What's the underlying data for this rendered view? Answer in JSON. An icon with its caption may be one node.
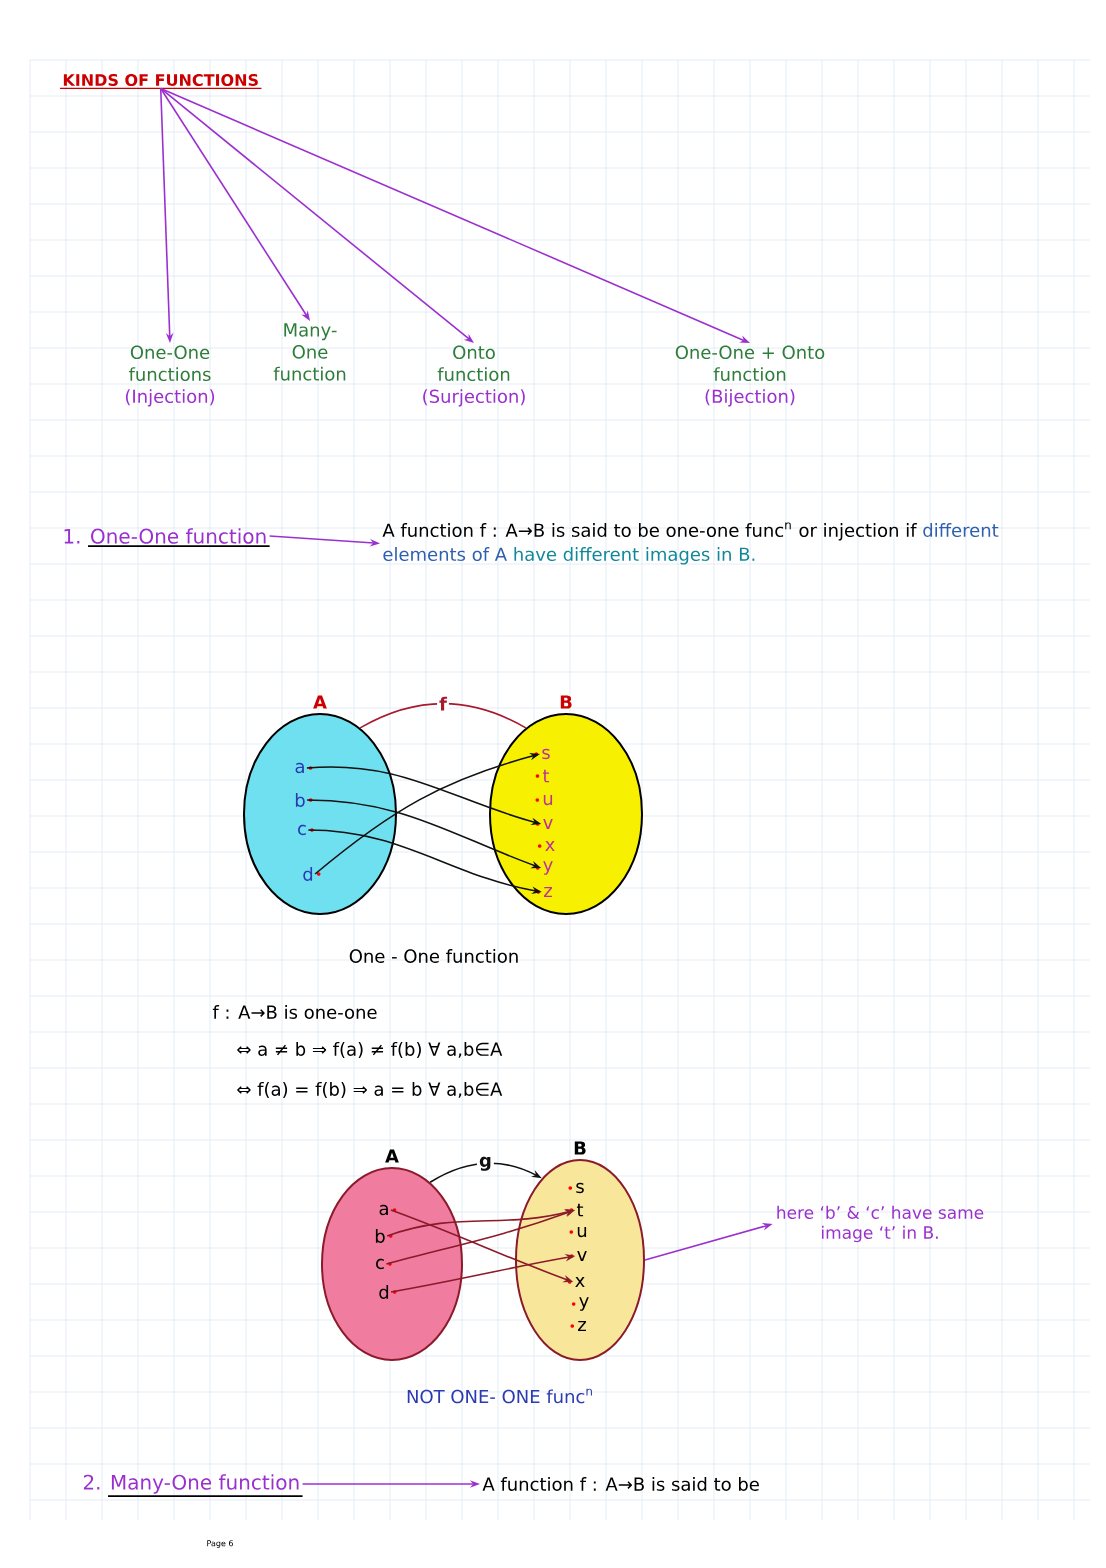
{
  "diagram": {
    "nodes": [
      {
        "text": [
          "KINDS OF FUNCTIONS"
        ]
      },
      {
        "text": [
          "One-One functions",
          "(Injection)"
        ]
      },
      {
        "text": [
          "Many-One function"
        ]
      },
      {
        "text": [
          "Onto function",
          "(Surjection)"
        ]
      },
      {
        "text": [
          "One-One + Onto function",
          "(Bijection)"
        ]
      },
      {
        "text": [
          "1. One-One function"
        ]
      },
      {
        "text": [
          "A function f : A→B is said to be one-one func$^{n}$ or injection if",
          "different elements of A",
          "have different images in B."
        ]
      },
      {
        "text": [
          "A"
        ]
      },
      {
        "text": [
          "a"
        ],
        "in": 7
      },
      {
        "text": [
          "b"
        ],
        "in": 7
      },
      {
        "text": [
          "c"
        ],
        "in": 7
      },
      {
        "text": [
          "d"
        ],
        "in": 7
      },
      {
        "text": [
          "B"
        ]
      },
      {
        "text": [
          "s"
        ],
        "in": 12
      },
      {
        "text": [
          "t"
        ],
        "in": 12
      },
      {
        "text": [
          "u"
        ],
        "in": 12
      },
      {
        "text": [
          "v"
        ],
        "in": 12
      },
      {
        "text": [
          "x"
        ],
        "in": 12
      },
      {
        "text": [
          "y"
        ],
        "in": 12
      },
      {
        "text": [
          "z"
        ],
        "in": 12
      },
      {
        "text": [
          "A"
        ]
      },
      {
        "text": [
          "a"
        ],
        "in": 20
      },
      {
        "text": [
          "b"
        ],
        "in": 20
      },
      {
        "text": [
          "c"
        ],
        "in": 20
      },
      {
        "text": [
          "d"
        ],
        "in": 20
      },
      {
        "text": [
          "B"
        ]
      },
      {
        "text": [
          "s"
        ],
        "in": 25
      },
      {
        "text": [
          "t"
        ],
        "in": 25
      },
      {
        "text": [
          "u"
        ],
        "in": 25
      },
      {
        "text": [
          "v"
        ],
        "in": 25
      },
      {
        "text": [
          "x"
        ],
        "in": 25
      },
      {
        "text": [
          "y"
        ],
        "in": 25
      },
      {
        "text": [
          "z"
        ],
        "in": 25
      },
      {
        "text": [
          "here ‘b’ & ‘c’ have same image ‘t’ in B."
        ]
      },
      {
        "text": [
          "2. Many-One function"
        ]
      },
      {
        "text": [
          "A function f : A→B is said to be"
        ]
      }
    ],
    "edges": [
      {
        "from": 0,
        "to": 1,
        "arrow": "to",
        "color": "#9b30d0"
      },
      {
        "from": 0,
        "to": 2,
        "arrow": "to",
        "color": "#9b30d0"
      },
      {
        "from": 0,
        "to": 3,
        "arrow": "to",
        "color": "#9b30d0"
      },
      {
        "from": 0,
        "to": 4,
        "arrow": "to",
        "color": "#9b30d0"
      },
      {
        "from": 5,
        "to": 6,
        "arrow": "to",
        "color": "#9b30d0"
      },
      {
        "from": 7,
        "to": 12,
        "arrow": "none",
        "label": "f",
        "color": "#a8182e"
      },
      {
        "from": 8,
        "to": 16,
        "arrow": "to",
        "color": "#111111"
      },
      {
        "from": 9,
        "to": 18,
        "arrow": "to",
        "color": "#111111"
      },
      {
        "from": 10,
        "to": 19,
        "arrow": "to",
        "color": "#111111"
      },
      {
        "from": 11,
        "to": 13,
        "arrow": "to",
        "color": "#111111"
      },
      {
        "from": 20,
        "to": 25,
        "arrow": "to",
        "label": "g",
        "color": "#111111"
      },
      {
        "from": 21,
        "to": 30,
        "arrow": "to",
        "color": "#8b1a2b"
      },
      {
        "from": 22,
        "to": 27,
        "arrow": "to",
        "color": "#8b1a2b"
      },
      {
        "from": 23,
        "to": 27,
        "arrow": "to",
        "color": "#8b1a2b"
      },
      {
        "from": 24,
        "to": 29,
        "arrow": "to",
        "color": "#8b1a2b"
      },
      {
        "from": 25,
        "to": 33,
        "arrow": "to",
        "color": "#9b30d0"
      },
      {
        "from": 34,
        "to": 35,
        "arrow": "to",
        "color": "#9b30d0"
      }
    ],
    "labels": [
      "One - One function",
      "f : A→B is one-one",
      "⇔ a ≠ b ⇒ f(a) ≠ f(b) ∀ a,b∈A",
      "⇔ f(a) = f(b) ⇒ a = b ∀ a,b∈A",
      "NOT ONE- ONE func$^{n}$",
      "Page 6"
    ]
  }
}
